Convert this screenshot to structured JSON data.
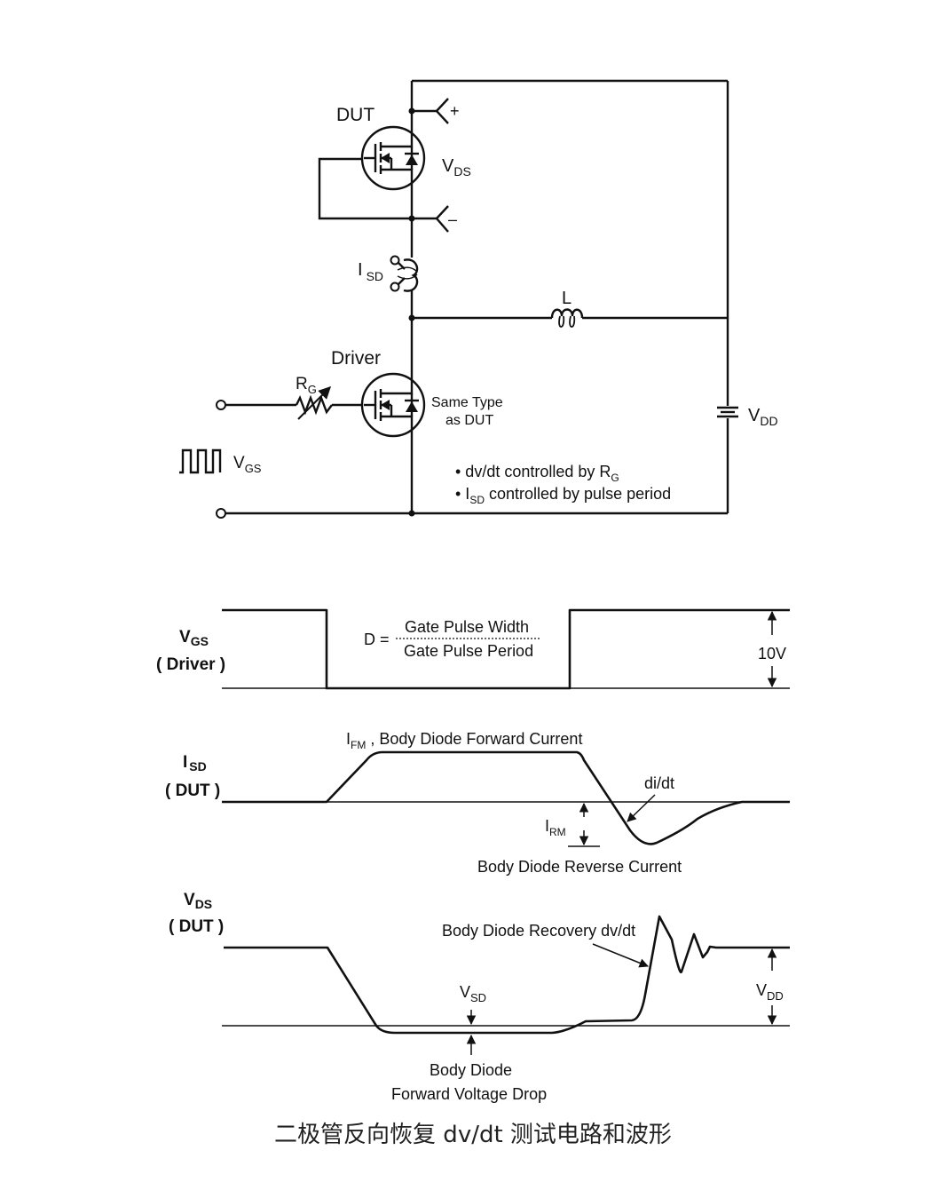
{
  "circuit": {
    "dut_label": "DUT",
    "driver_label": "Driver",
    "vds": {
      "main": "V",
      "sub": "DS"
    },
    "plus": "+",
    "minus": "–",
    "isd": {
      "main": "I",
      "sub": "SD"
    },
    "inductor_label": "L",
    "rg": {
      "main": "R",
      "sub": "G"
    },
    "same_type_1": "Same Type",
    "same_type_2": "as DUT",
    "vdd": {
      "main": "V",
      "sub": "DD"
    },
    "vgs": {
      "main": "V",
      "sub": "GS"
    },
    "note1": {
      "prefix": "• dv/dt controlled by  R",
      "sub": "G"
    },
    "note2": {
      "bullet": "• I",
      "sub": "SD",
      "rest": " controlled by pulse period"
    }
  },
  "waveforms": {
    "vgs_title": {
      "main": "V",
      "sub": "GS"
    },
    "vgs_driver": "( Driver )",
    "duty_prefix": "D =",
    "duty_numerator": "Gate Pulse Width",
    "duty_denominator": "Gate Pulse Period",
    "ten_v": "10V",
    "isd_title": {
      "main": "I",
      "sub": "SD"
    },
    "isd_dut": "( DUT )",
    "ifm": {
      "main": "I",
      "sub": "FM",
      "rest": " , Body Diode Forward Current"
    },
    "didt": "di/dt",
    "irm": {
      "main": "I",
      "sub": "RM"
    },
    "reverse_current": "Body Diode Reverse Current",
    "vds_title": {
      "main": "V",
      "sub": "DS"
    },
    "vds_dut": "( DUT )",
    "recovery": "Body Diode Recovery dv/dt",
    "vsd": {
      "main": "V",
      "sub": "SD"
    },
    "vdd": {
      "main": "V",
      "sub": "DD"
    },
    "fwd_drop_1": "Body Diode",
    "fwd_drop_2": "Forward Voltage Drop"
  },
  "caption": "二极管反向恢复 dv/dt 测试电路和波形"
}
